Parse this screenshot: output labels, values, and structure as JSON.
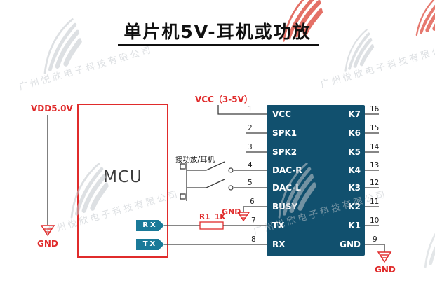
{
  "title": "单片机5V-耳机或功放",
  "power": {
    "vdd": "VDD5.0V",
    "vcc": "VCC（3-5V）",
    "gnd": "GND"
  },
  "mcu": {
    "label": "MCU",
    "rx_tag": "RX",
    "tx_tag": "TX"
  },
  "serial": {
    "resistor_name": "R1",
    "resistor_value": "1K"
  },
  "jack": {
    "label": "接功放/耳机"
  },
  "chip": {
    "left_pins": [
      {
        "num": "1",
        "name": "VCC"
      },
      {
        "num": "2",
        "name": "SPK1"
      },
      {
        "num": "3",
        "name": "SPK2"
      },
      {
        "num": "4",
        "name": "DAC-R"
      },
      {
        "num": "5",
        "name": "DAC-L"
      },
      {
        "num": "6",
        "name": "BUSY"
      },
      {
        "num": "7",
        "name": "TX"
      },
      {
        "num": "8",
        "name": "RX"
      }
    ],
    "right_pins": [
      {
        "num": "16",
        "name": "K7"
      },
      {
        "num": "15",
        "name": "K6"
      },
      {
        "num": "14",
        "name": "K5"
      },
      {
        "num": "13",
        "name": "K4"
      },
      {
        "num": "12",
        "name": "K3"
      },
      {
        "num": "11",
        "name": "K2"
      },
      {
        "num": "10",
        "name": "K1"
      },
      {
        "num": "9",
        "name": "GND"
      }
    ]
  },
  "watermark": {
    "company": "广州悦欣电子科技有限公司"
  },
  "colors": {
    "accent_red": "#e02b2b",
    "chip_blue": "#11506e",
    "tag_teal": "#1a7a99",
    "wire": "#3d3d3d",
    "watermark_gray": "#c3c8cd",
    "watermark_red": "#e0584c"
  }
}
